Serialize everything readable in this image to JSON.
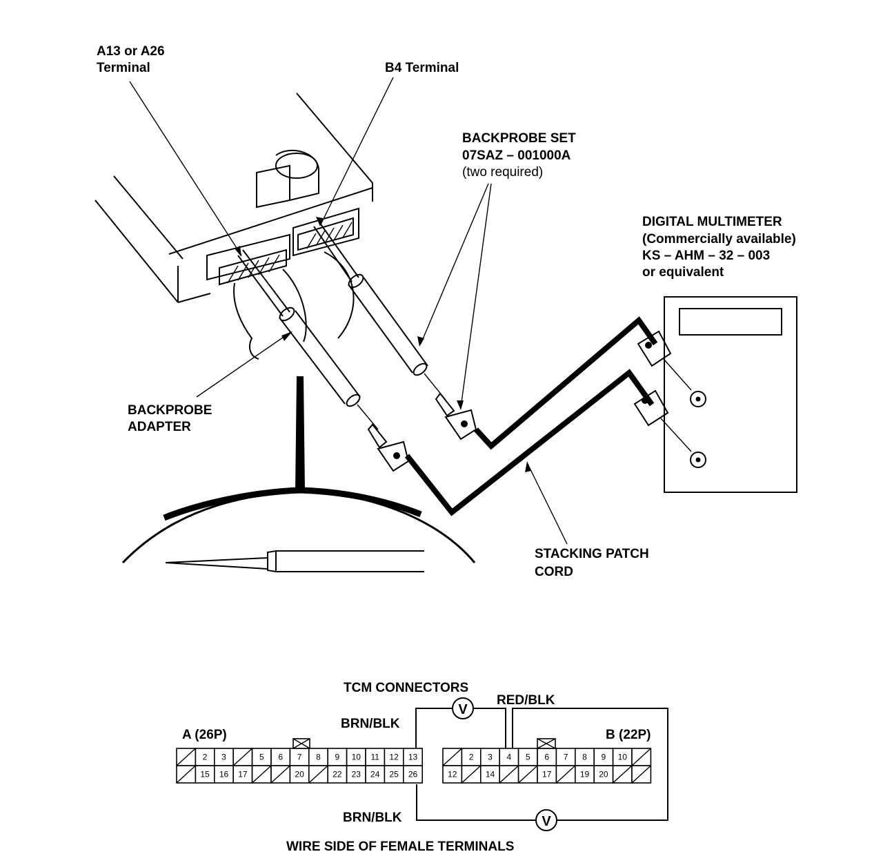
{
  "labels": {
    "a13_line1": "A13 or A26",
    "a13_line2": "Terminal",
    "b4": "B4 Terminal",
    "backprobe_set_1": "BACKPROBE SET",
    "backprobe_set_2": "07SAZ – 001000A",
    "backprobe_set_3": "(two required)",
    "dmm_1": "DIGITAL MULTIMETER",
    "dmm_2": "(Commercially available)",
    "dmm_3": "KS – AHM – 32 – 003",
    "dmm_4": "or equivalent",
    "adapter_1": "BACKPROBE",
    "adapter_2": "ADAPTER",
    "patch_1": "STACKING PATCH",
    "patch_2": "CORD"
  },
  "connectors": {
    "title": "TCM CONNECTORS",
    "a_label": "A (26P)",
    "b_label": "B (22P)",
    "wire_brn_top": "BRN/BLK",
    "wire_red": "RED/BLK",
    "wire_brn_bottom": "BRN/BLK",
    "meter_symbol": "V",
    "footer": "WIRE SIDE OF FEMALE TERMINALS",
    "a_top": [
      "",
      "2",
      "3",
      "",
      "5",
      "6",
      "7",
      "8",
      "9",
      "10",
      "11",
      "12",
      "13"
    ],
    "a_bottom": [
      "",
      "15",
      "16",
      "17",
      "",
      "",
      "20",
      "",
      "22",
      "23",
      "24",
      "25",
      "26"
    ],
    "b_top": [
      "",
      "2",
      "3",
      "4",
      "5",
      "6",
      "7",
      "8",
      "9",
      "10",
      ""
    ],
    "b_bottom": [
      "12",
      "",
      "14",
      "",
      "",
      "17",
      "",
      "19",
      "20",
      "",
      ""
    ]
  }
}
